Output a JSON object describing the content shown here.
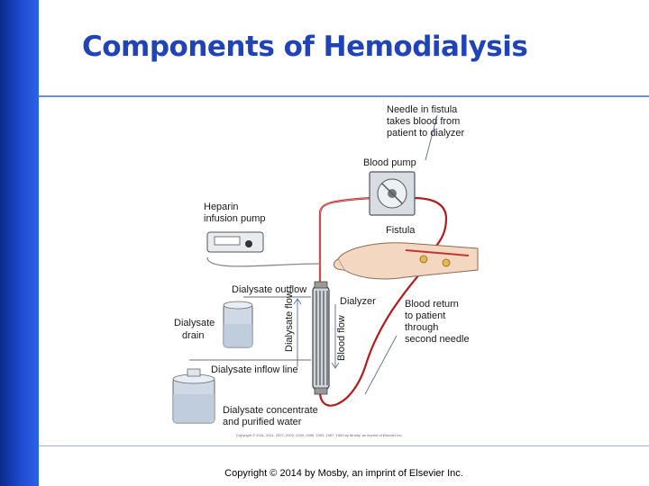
{
  "slide": {
    "title": "Components of Hemodialysis",
    "copyright": "Copyright © 2014 by Mosby, an imprint of Elsevier Inc."
  },
  "diagram": {
    "labels": {
      "needle_line1": "Needle in fistula",
      "needle_line2": "takes blood from",
      "needle_line3": "patient to dialyzer",
      "blood_pump": "Blood pump",
      "heparin_line1": "Heparin",
      "heparin_line2": "infusion pump",
      "fistula": "Fistula",
      "dialysate_outflow": "Dialysate outflow",
      "dialyzer": "Dialyzer",
      "dialysate_drain_line1": "Dialysate",
      "dialysate_drain_line2": "drain",
      "dialysate_flow": "Dialysate flow",
      "blood_flow": "Blood flow",
      "blood_return_line1": "Blood return",
      "blood_return_line2": "to patient",
      "blood_return_line3": "through",
      "blood_return_line4": "second needle",
      "dialysate_inflow_line": "Dialysate inflow line",
      "concentrate_line1": "Dialysate concentrate",
      "concentrate_line2": "and purified water",
      "fine_print": "Copyright © 2011, 2011, 2007, 2003, 2000, 1996, 1992, 1987, 1983 by Mosby, an imprint of Elsevier Inc."
    },
    "colors": {
      "blood": "#b01d1d",
      "dialysate_line": "#8a8a8a",
      "container": "#cfd9e6"
    }
  }
}
